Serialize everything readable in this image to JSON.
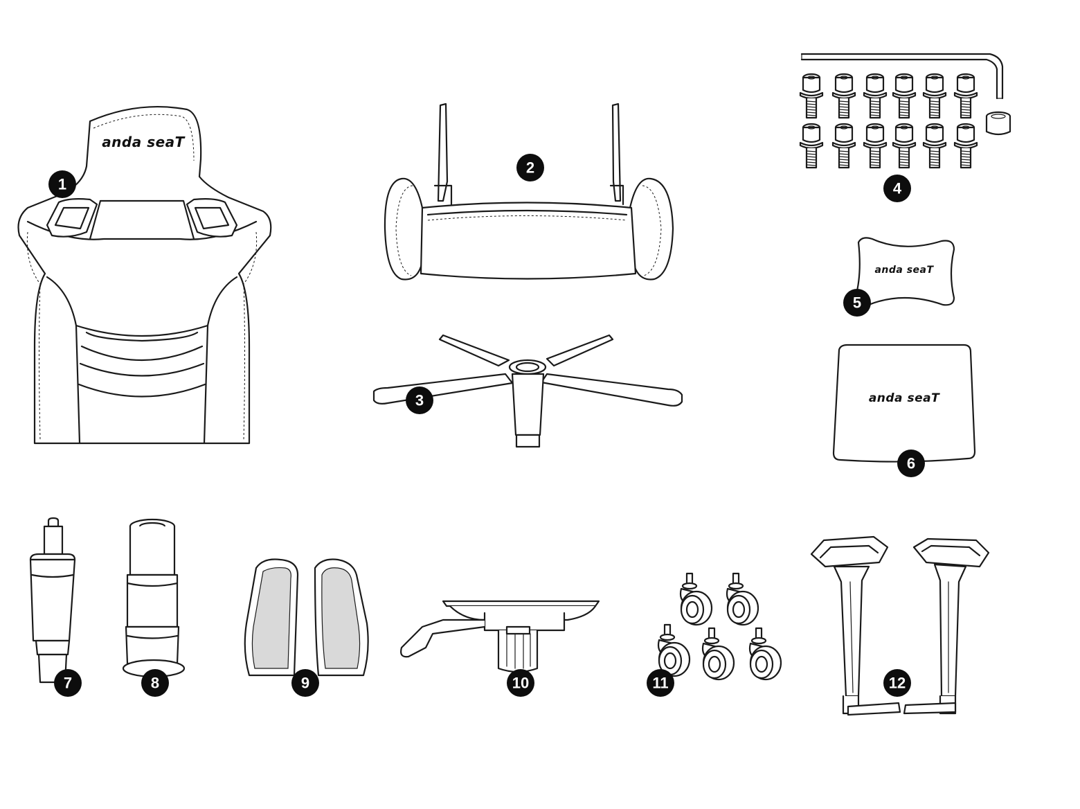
{
  "brand_logo_text": "anda seaT",
  "parts": [
    {
      "badge": "1",
      "name": "backrest"
    },
    {
      "badge": "2",
      "name": "seat"
    },
    {
      "badge": "3",
      "name": "wheelbase"
    },
    {
      "badge": "4",
      "name": "screws-and-hex-key"
    },
    {
      "badge": "5",
      "name": "lumbar-pillow"
    },
    {
      "badge": "6",
      "name": "headrest-pillow"
    },
    {
      "badge": "7",
      "name": "gas-lift"
    },
    {
      "badge": "8",
      "name": "gas-lift-cover"
    },
    {
      "badge": "9",
      "name": "side-covers"
    },
    {
      "badge": "10",
      "name": "tilt-mechanism"
    },
    {
      "badge": "11",
      "name": "casters"
    },
    {
      "badge": "12",
      "name": "armrests"
    }
  ],
  "colors": {
    "line": "#1a1a1a",
    "badge": "#0d0d0d",
    "background": "#ffffff"
  }
}
